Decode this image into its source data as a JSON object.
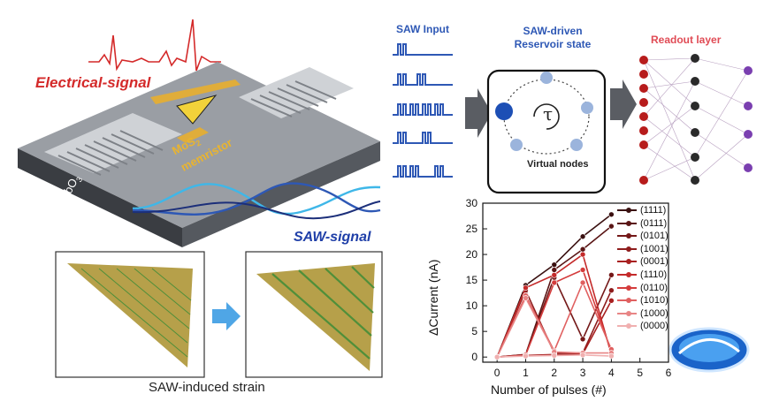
{
  "labels": {
    "electrical_signal": "Electrical-signal",
    "saw_signal": "SAW-signal",
    "mos2": "MoS",
    "mos2_sub": "2",
    "memristor": "memristor",
    "linbo3": "LiNbO",
    "linbo3_sub": "3",
    "saw_induced_strain": "SAW-induced strain",
    "saw_input": "SAW Input",
    "saw_driven_line1": "SAW-driven",
    "saw_driven_line2": "Reservoir state",
    "readout_layer": "Readout layer",
    "virtual_nodes": "Virtual nodes",
    "tau": "τ"
  },
  "colors": {
    "accent_blue": "#2e58b5",
    "signal_red": "#d42a2a",
    "readout_red": "#e04b55"
  },
  "chart_data": {
    "type": "line",
    "xlabel": "Number of pulses (#)",
    "ylabel": "ΔCurrent (nA)",
    "xlim": [
      -0.5,
      6
    ],
    "ylim": [
      -1,
      30
    ],
    "xticks": [
      0,
      1,
      2,
      3,
      4,
      5,
      6
    ],
    "yticks": [
      0,
      5,
      10,
      15,
      20,
      25,
      30
    ],
    "series": [
      {
        "name": "(1111)",
        "color": "#3a1010",
        "x": [
          0,
          1,
          2,
          3,
          4
        ],
        "y": [
          0,
          14,
          18,
          23.5,
          27.8
        ]
      },
      {
        "name": "(0111)",
        "color": "#5a1515",
        "x": [
          0,
          1,
          2,
          3,
          4
        ],
        "y": [
          0,
          0.5,
          17,
          21,
          25.5
        ]
      },
      {
        "name": "(0101)",
        "color": "#741818",
        "x": [
          0,
          1,
          2,
          3,
          4
        ],
        "y": [
          0,
          0.5,
          15.5,
          3.5,
          16
        ]
      },
      {
        "name": "(1001)",
        "color": "#8e1c1c",
        "x": [
          0,
          1,
          2,
          3,
          4
        ],
        "y": [
          0,
          13,
          0.8,
          0.8,
          13
        ]
      },
      {
        "name": "(0001)",
        "color": "#a82020",
        "x": [
          0,
          1,
          2,
          3,
          4
        ],
        "y": [
          0,
          0.3,
          0.5,
          0.6,
          11
        ]
      },
      {
        "name": "(1110)",
        "color": "#c42a2a",
        "x": [
          0,
          1,
          2,
          3,
          4
        ],
        "y": [
          0,
          13.5,
          16,
          20,
          0.5
        ]
      },
      {
        "name": "(0110)",
        "color": "#d43c3c",
        "x": [
          0,
          1,
          2,
          3,
          4
        ],
        "y": [
          0,
          0.4,
          14.5,
          17,
          1
        ]
      },
      {
        "name": "(1010)",
        "color": "#e06060",
        "x": [
          0,
          1,
          2,
          3,
          4
        ],
        "y": [
          0,
          12,
          1.2,
          14.5,
          1.5
        ]
      },
      {
        "name": "(1000)",
        "color": "#e88585",
        "x": [
          0,
          1,
          2,
          3,
          4
        ],
        "y": [
          0,
          11.5,
          1,
          0.8,
          0.8
        ]
      },
      {
        "name": "(0000)",
        "color": "#f0b0b0",
        "x": [
          0,
          1,
          2,
          3,
          4
        ],
        "y": [
          0,
          0.2,
          0.3,
          0.4,
          0.2
        ]
      }
    ]
  }
}
